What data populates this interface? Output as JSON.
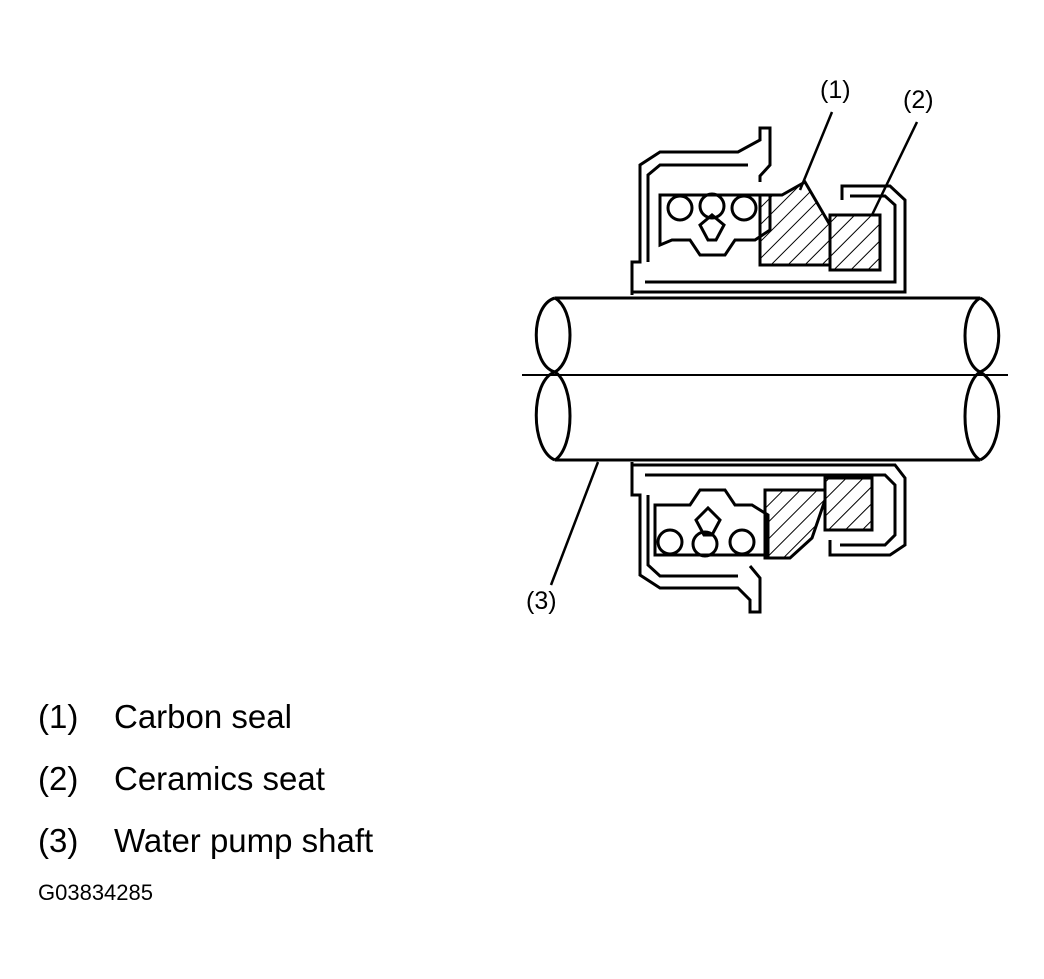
{
  "callouts": [
    {
      "id": "1",
      "text": "(1)"
    },
    {
      "id": "2",
      "text": "(2)"
    },
    {
      "id": "3",
      "text": "(3)"
    }
  ],
  "legend": [
    {
      "number": "(1)",
      "label": "Carbon seal"
    },
    {
      "number": "(2)",
      "label": "Ceramics seat"
    },
    {
      "number": "(3)",
      "label": "Water pump shaft"
    }
  ],
  "figure_id": "G03834285"
}
